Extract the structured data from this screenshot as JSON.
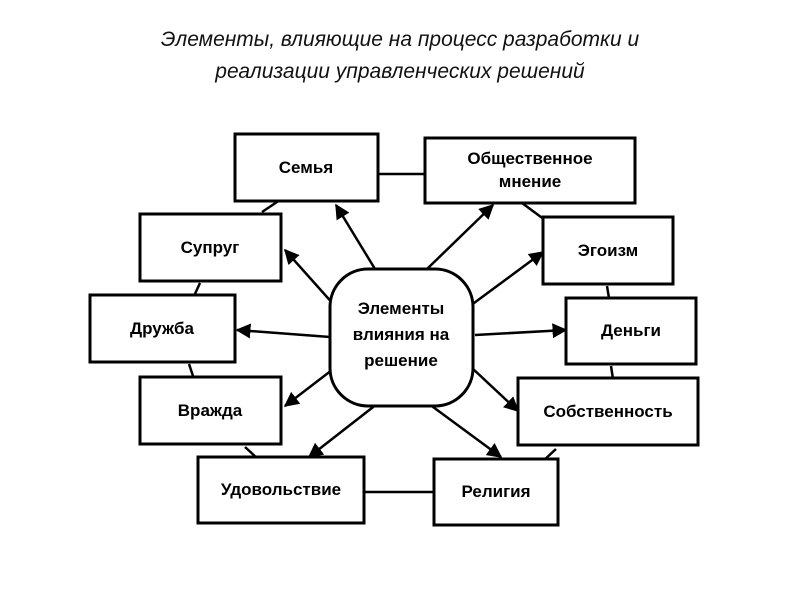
{
  "title": {
    "line1": "Элементы, влияющие на процесс разработки и",
    "line2": "реализации управленческих решений"
  },
  "center": {
    "line1": "Элементы",
    "line2": "влияния на",
    "line3": "решение"
  },
  "nodes": {
    "family": "Семья",
    "opinion_1": "Общественное",
    "opinion_2": "мнение",
    "spouse": "Супруг",
    "egoism": "Эгоизм",
    "friendship": "Дружба",
    "money": "Деньги",
    "enmity": "Вражда",
    "property": "Собственность",
    "pleasure": "Удовольствие",
    "religion": "Религия"
  }
}
